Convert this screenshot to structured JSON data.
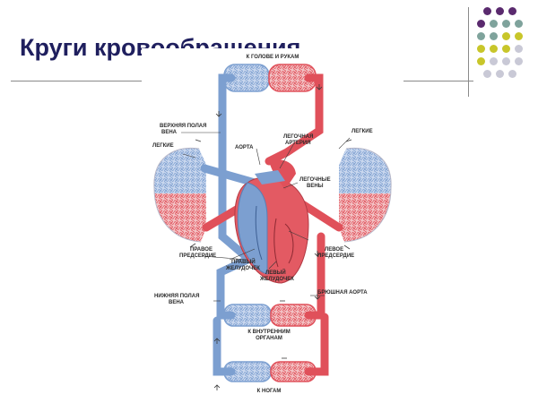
{
  "slide": {
    "title": "Круги кровообращения"
  },
  "colors": {
    "title": "#1f1f5e",
    "arterial": "#e0505a",
    "venous": "#7c9fd0",
    "dot_purple": "#5a2a6e",
    "dot_teal": "#7fa39c",
    "dot_yellow": "#c8c62a",
    "dot_gray": "#c9c9d6"
  },
  "decoration": {
    "dots_grid": [
      [
        "dot_purple",
        "dot_purple",
        "dot_purple"
      ],
      [
        "dot_purple",
        "dot_teal",
        "dot_teal",
        "dot_teal"
      ],
      [
        "dot_teal",
        "dot_teal",
        "dot_yellow",
        "dot_yellow"
      ],
      [
        "dot_yellow",
        "dot_yellow",
        "dot_yellow",
        "dot_gray"
      ],
      [
        "dot_yellow",
        "dot_gray",
        "dot_gray",
        "dot_gray"
      ],
      [
        "dot_gray",
        "dot_gray",
        "dot_gray"
      ]
    ]
  },
  "diagram": {
    "labels": {
      "head_arms": "К ГОЛОВЕ И РУКАМ",
      "superior_vena_cava_1": "ВЕРХНЯЯ ПОЛАЯ",
      "superior_vena_cava_2": "ВЕНА",
      "lungs_left": "ЛЕГКИЕ",
      "lungs_right": "ЛЕГКИЕ",
      "aorta": "АОРТА",
      "pulmonary_artery_1": "ЛЕГОЧНАЯ",
      "pulmonary_artery_2": "АРТЕРИЯ",
      "pulmonary_veins_1": "ЛЕГОЧНЫЕ",
      "pulmonary_veins_2": "ВЕНЫ",
      "right_atrium_1": "ПРАВОЕ",
      "right_atrium_2": "ПРЕДСЕРДИЕ",
      "left_atrium_1": "ЛЕВОЕ",
      "left_atrium_2": "ПРЕДСЕРДИЕ",
      "right_ventricle_1": "ПРАВЫЙ",
      "right_ventricle_2": "ЖЕЛУДОЧЕК",
      "left_ventricle_1": "ЛЕВЫЙ",
      "left_ventricle_2": "ЖЕЛУДОЧЕК",
      "abdominal_aorta": "БРЮШНАЯ АОРТА",
      "inferior_vena_cava_1": "НИЖНЯЯ ПОЛАЯ",
      "inferior_vena_cava_2": "ВЕНА",
      "internal_organs_1": "К ВНУТРЕННИМ",
      "internal_organs_2": "ОРГАНАМ",
      "legs": "К НОГАМ"
    }
  }
}
